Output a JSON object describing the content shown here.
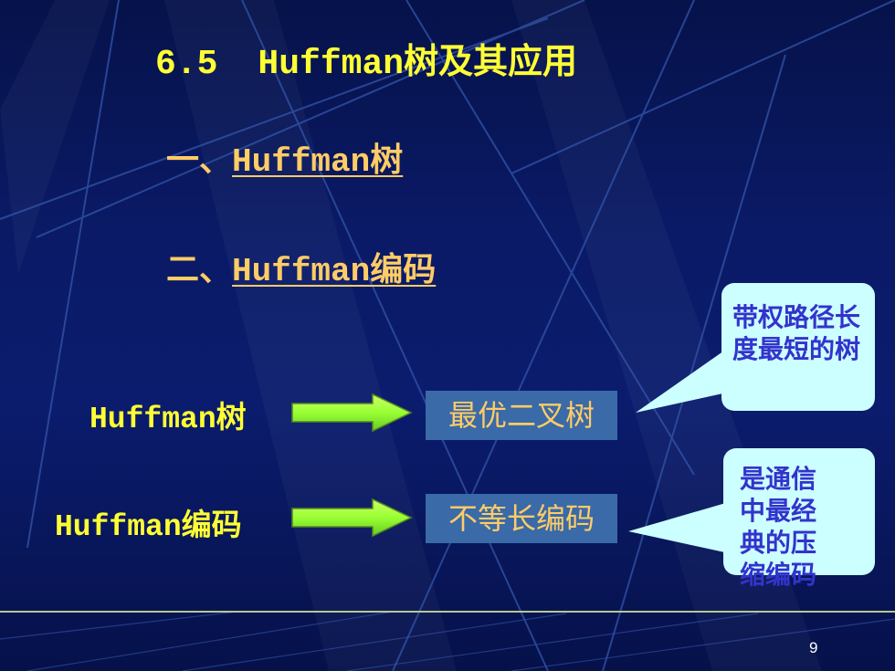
{
  "slide": {
    "title_number": "6.5",
    "title_text": "Huffman树及其应用",
    "sections": [
      {
        "prefix": "一、",
        "link": "Huffman树"
      },
      {
        "prefix": "二、",
        "link": "Huffman编码"
      }
    ],
    "rows": [
      {
        "label": "Huffman树",
        "result": "最优二叉树",
        "note": "带权路径长度最短的树"
      },
      {
        "label": "Huffman编码",
        "result": "不等长编码",
        "note": "是通信中最经典的压缩编码"
      }
    ],
    "page_number": "9"
  },
  "colors": {
    "title": "#ffff33",
    "section_link": "#ffcc66",
    "arrow": "#99ff33",
    "result_box": "#3a6aa8",
    "callout_bg": "#ccffff",
    "callout_text": "#3333cc"
  }
}
